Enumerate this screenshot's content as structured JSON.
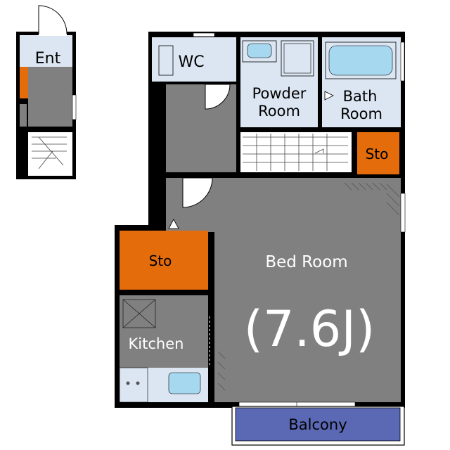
{
  "plan": {
    "colors": {
      "wall": "#000000",
      "floor": "#808080",
      "storage": "#e46c0a",
      "wet_area": "#dce6f2",
      "balcony": "#5b68b4",
      "stair": "#ffffff",
      "fixture": "#a6d8f0"
    },
    "labels": {
      "ent": "Ent",
      "wc": "WC",
      "powder_line1": "Powder",
      "powder_line2": "Room",
      "bath_line1": "Bath",
      "bath_line2": "Room",
      "sto_small": "Sto",
      "sto_left": "Sto",
      "bedroom": "Bed Room",
      "size": "(7.6J)",
      "kitchen": "Kitchen",
      "balcony": "Balcony"
    }
  }
}
